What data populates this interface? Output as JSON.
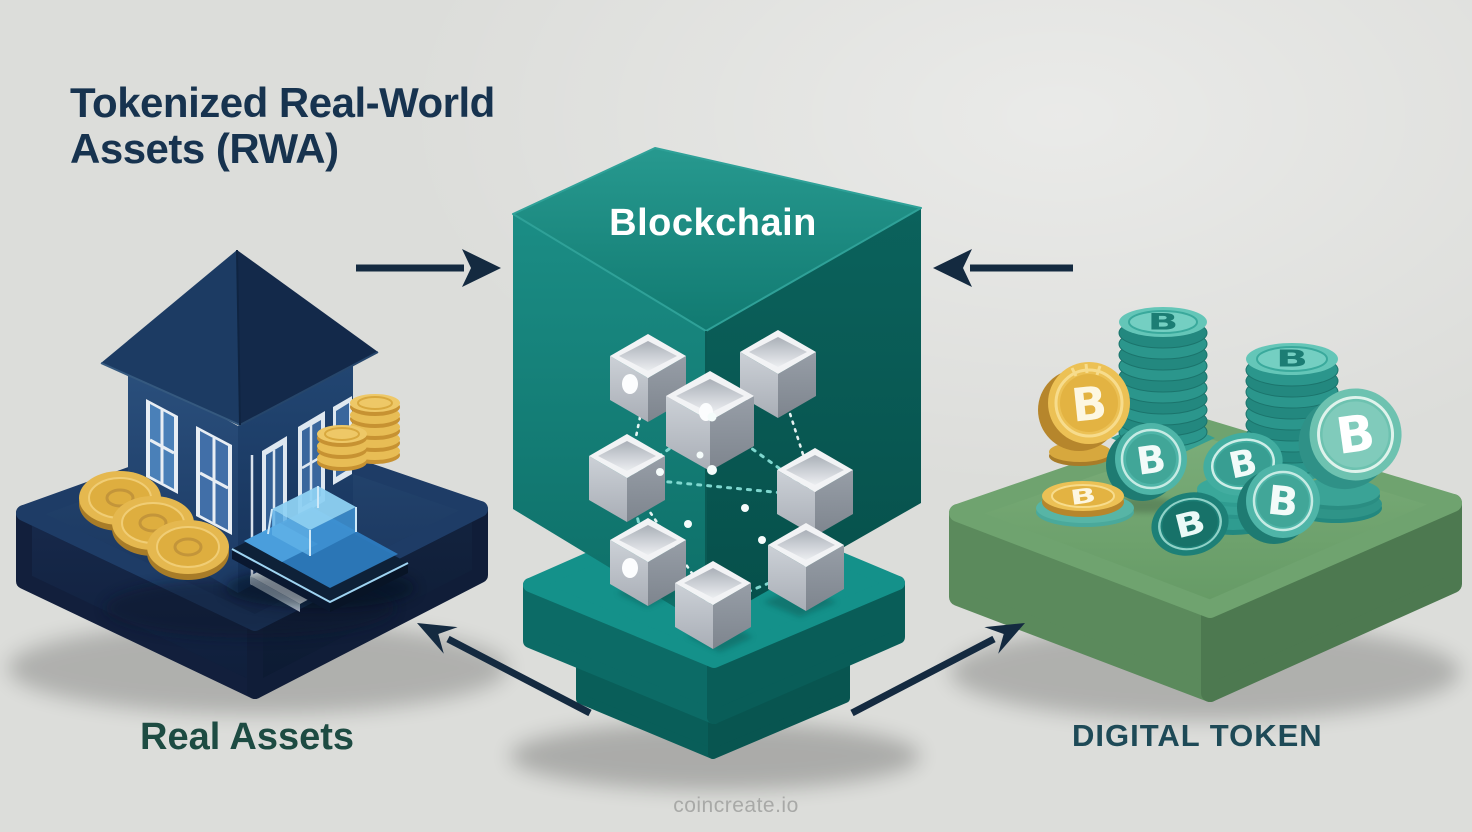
{
  "title": {
    "line1": "Tokenized Real-World",
    "line2": "Assets (RWA)"
  },
  "labels": {
    "center": "Blockchain",
    "left": "Real Assets",
    "right": "DIGITAL TOKEN"
  },
  "watermark": "coincreate.io",
  "tokens": {
    "symbol": "B"
  },
  "scene": {
    "left_platform": {
      "name": "real-assets-platform",
      "objects": [
        "house",
        "flat-gold-coins",
        "gold-coin-stacks",
        "glass-car"
      ]
    },
    "center": {
      "name": "blockchain-cube",
      "objects": [
        "linked-silver-blocks",
        "dashed-network"
      ]
    },
    "right_platform": {
      "name": "digital-token-platform",
      "objects": [
        "teal-token-stacks",
        "bitcoin-style-tokens",
        "gold-tokens"
      ]
    }
  },
  "arrows": [
    {
      "name": "arrow-left-to-blockchain",
      "direction": "right"
    },
    {
      "name": "arrow-right-to-blockchain",
      "direction": "left"
    },
    {
      "name": "arrow-blockchain-to-left",
      "direction": "up-left"
    },
    {
      "name": "arrow-blockchain-to-right",
      "direction": "up-right"
    }
  ],
  "colors": {
    "background": "#dcddda",
    "title_text": "#17334f",
    "left_label_text": "#1d4b42",
    "right_label_text": "#1e4a57",
    "center_label_text": "#ffffff",
    "watermark_text": "#a8a9a7",
    "arrow": "#142a40",
    "blockchain_teal": "#117f79",
    "blockchain_teal_dark": "#0a5a55",
    "real_assets_navy": "#1e3c66",
    "digital_token_green": "#6fa36f",
    "coin_gold": "#e7bb4d",
    "coin_teal": "#3aa89d"
  }
}
